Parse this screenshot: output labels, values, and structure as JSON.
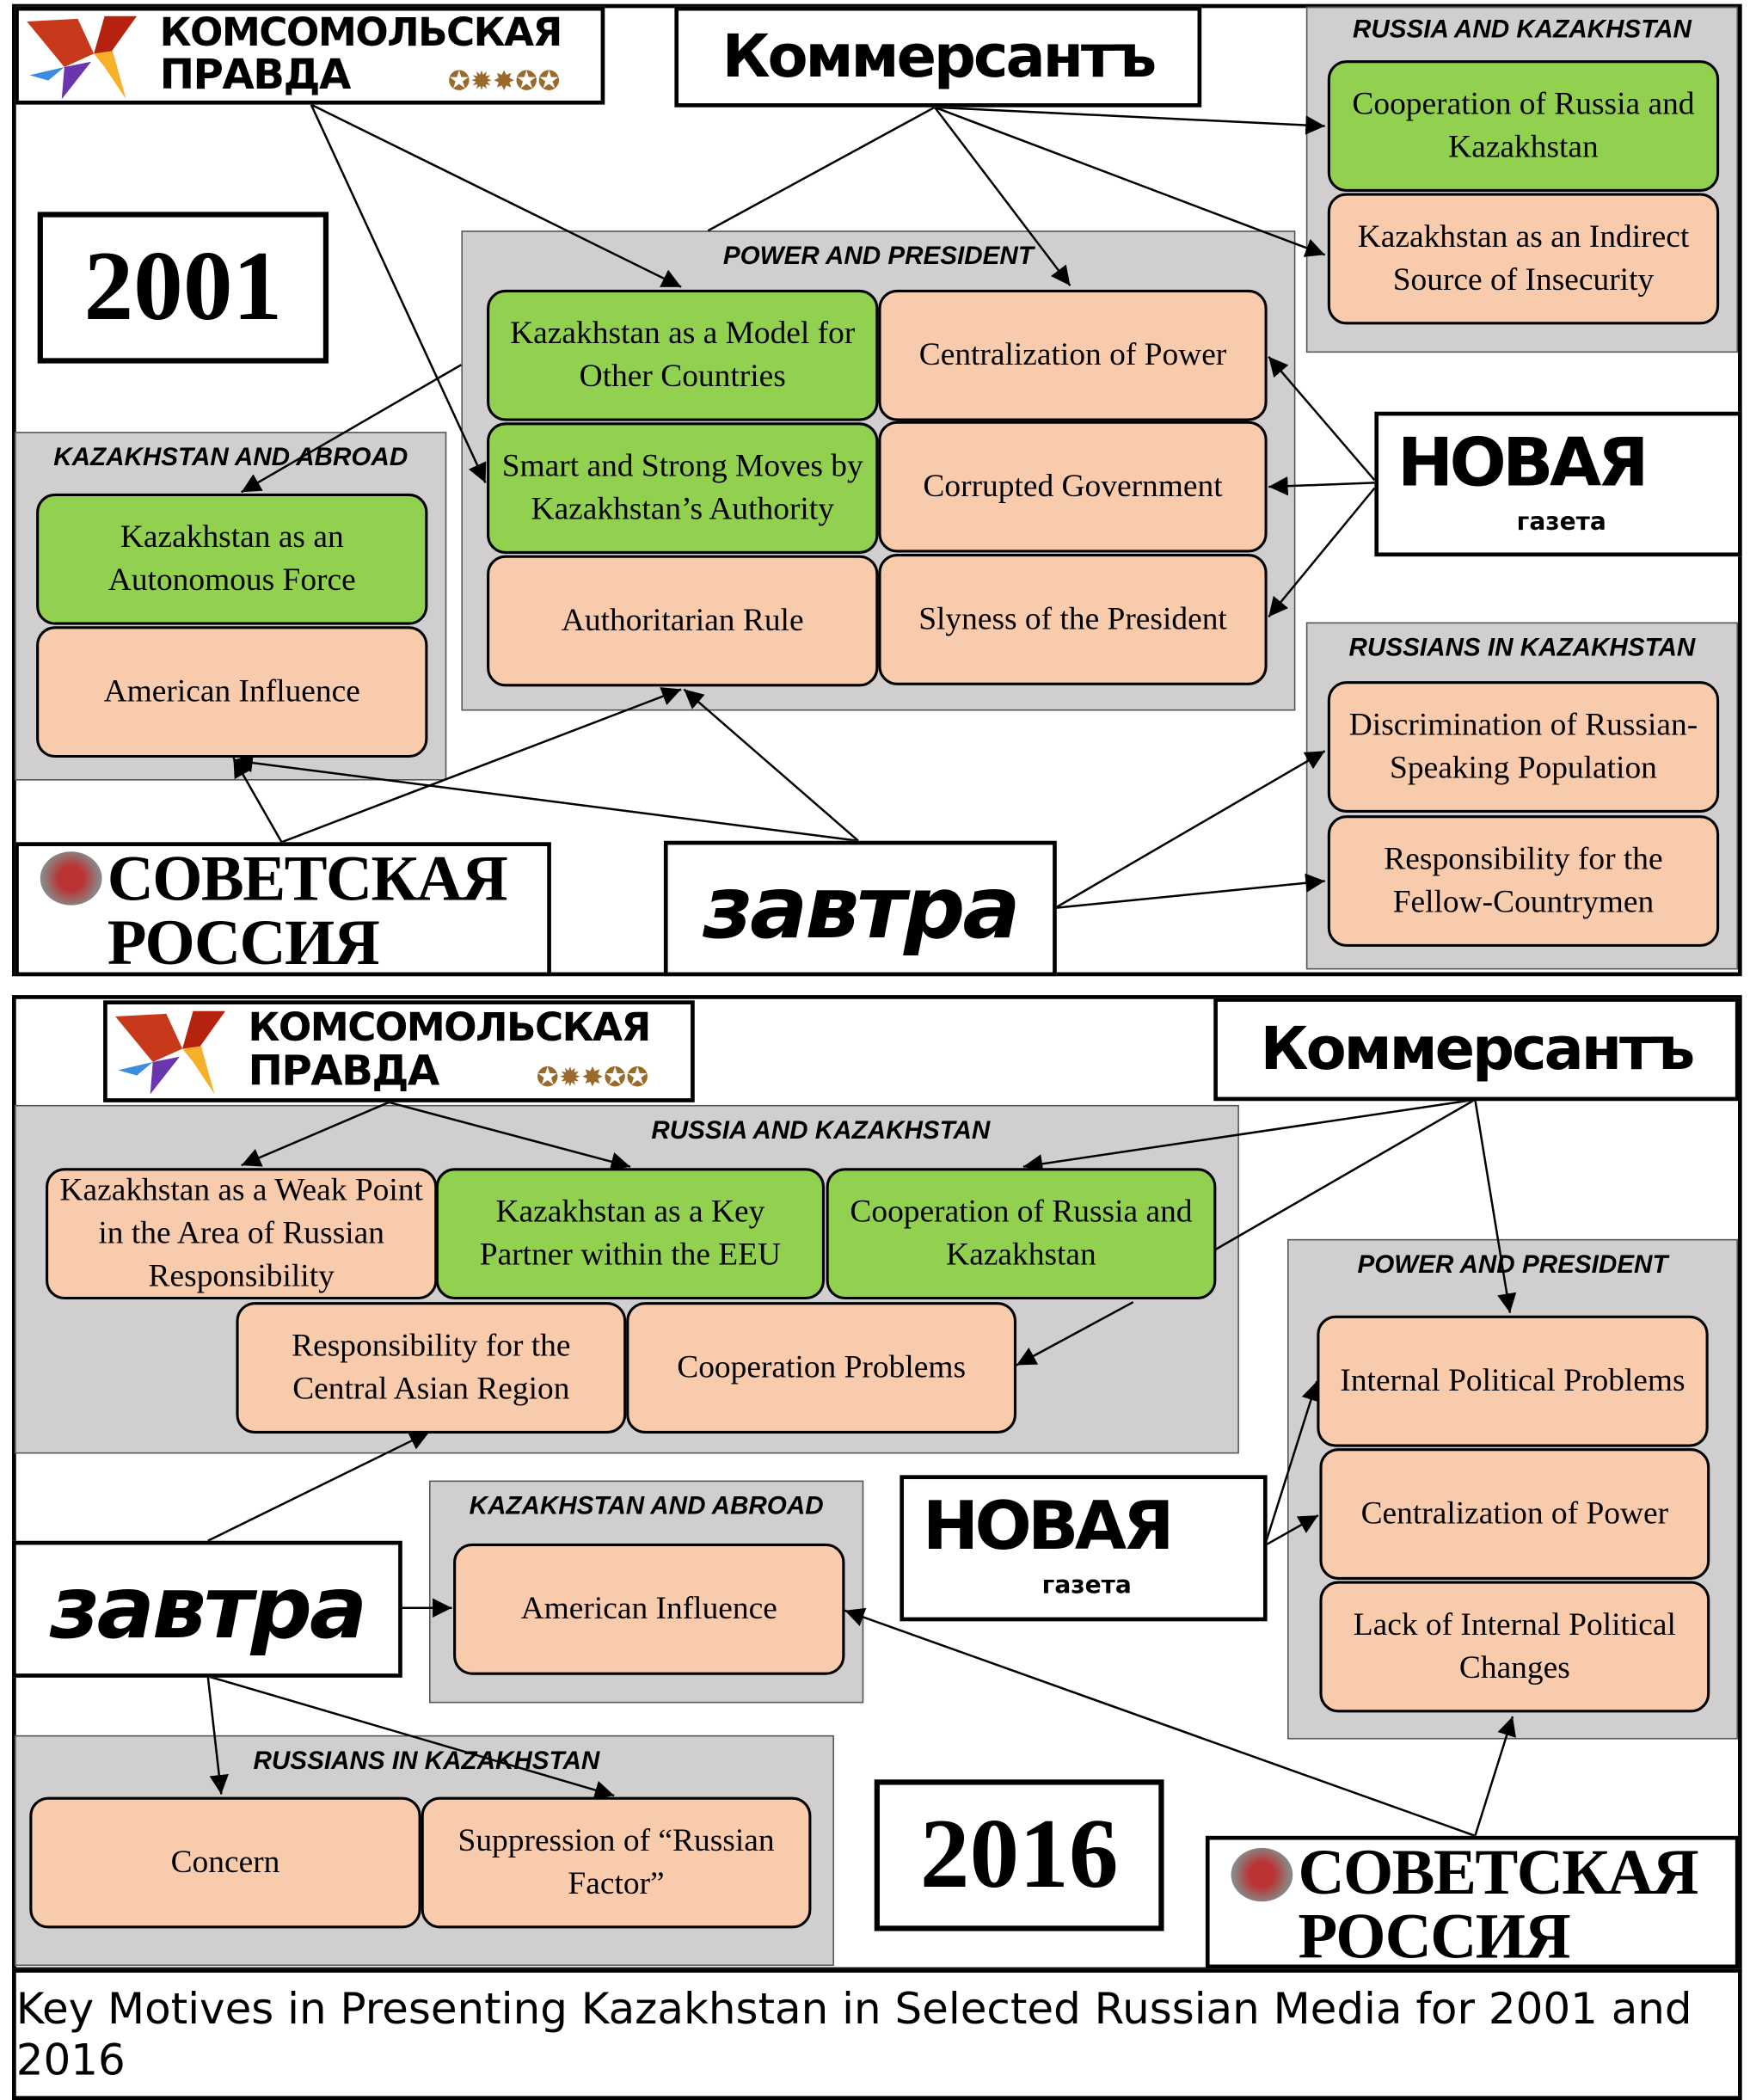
{
  "logos": {
    "komsomolskaya_pravda": {
      "line1": "КОМСОМОЛЬСКАЯ",
      "line2": "ПРАВДА"
    },
    "kommersant": "Коммерсантъ",
    "novaya_gazeta": {
      "line1": "НОВАЯ",
      "line2": "газета"
    },
    "sovetskaya_rossiya": {
      "line1": "СОВЕТСКАЯ",
      "line2": "РОССИЯ"
    },
    "zavtra": "завтра"
  },
  "panel_2001": {
    "year": "2001",
    "power_and_president": {
      "title": "POWER AND PRESIDENT",
      "items": [
        "Kazakhstan as a Model for Other Countries",
        "Centralization of Power",
        "Smart and Strong Moves by Kazakhstan’s Authority",
        "Corrupted Government",
        "Authoritarian Rule",
        "Slyness of the President"
      ]
    },
    "russia_and_kazakhstan": {
      "title": "RUSSIA AND KAZAKHSTAN",
      "items": [
        "Cooperation of Russia and Kazakhstan",
        "Kazakhstan as an Indirect Source of Insecurity"
      ]
    },
    "kazakhstan_and_abroad": {
      "title": "KAZAKHSTAN AND ABROAD",
      "items": [
        "Kazakhstan as an Autonomous Force",
        "American Influence"
      ]
    },
    "russians_in_kazakhstan": {
      "title": "RUSSIANS IN KAZAKHSTAN",
      "items": [
        "Discrimination of Russian-Speaking Population",
        "Responsibility for the Fellow-Countrymen"
      ]
    }
  },
  "panel_2016": {
    "year": "2016",
    "russia_and_kazakhstan": {
      "title": "RUSSIA AND KAZAKHSTAN",
      "items": [
        "Kazakhstan as a Weak Point in the Area of Russian Responsibility",
        "Kazakhstan as a Key Partner within the EEU",
        "Cooperation of Russia and Kazakhstan",
        "Responsibility for the Central Asian Region",
        "Cooperation Problems"
      ]
    },
    "power_and_president": {
      "title": "POWER AND PRESIDENT",
      "items": [
        "Internal Political Problems",
        "Centralization of Power",
        "Lack of Internal Political Changes"
      ]
    },
    "kazakhstan_and_abroad": {
      "title": "KAZAKHSTAN AND ABROAD",
      "items": [
        "American Influence"
      ]
    },
    "russians_in_kazakhstan": {
      "title": "RUSSIANS IN KAZAKHSTAN",
      "items": [
        "Concern",
        "Suppression of “Russian Factor”"
      ]
    }
  },
  "caption": "Key Motives in Presenting Kazakhstan in Selected Russian Media for 2001 and 2016",
  "colors": {
    "positive": "#92d050",
    "negative": "#f8cbad",
    "group": "#d0cece"
  }
}
